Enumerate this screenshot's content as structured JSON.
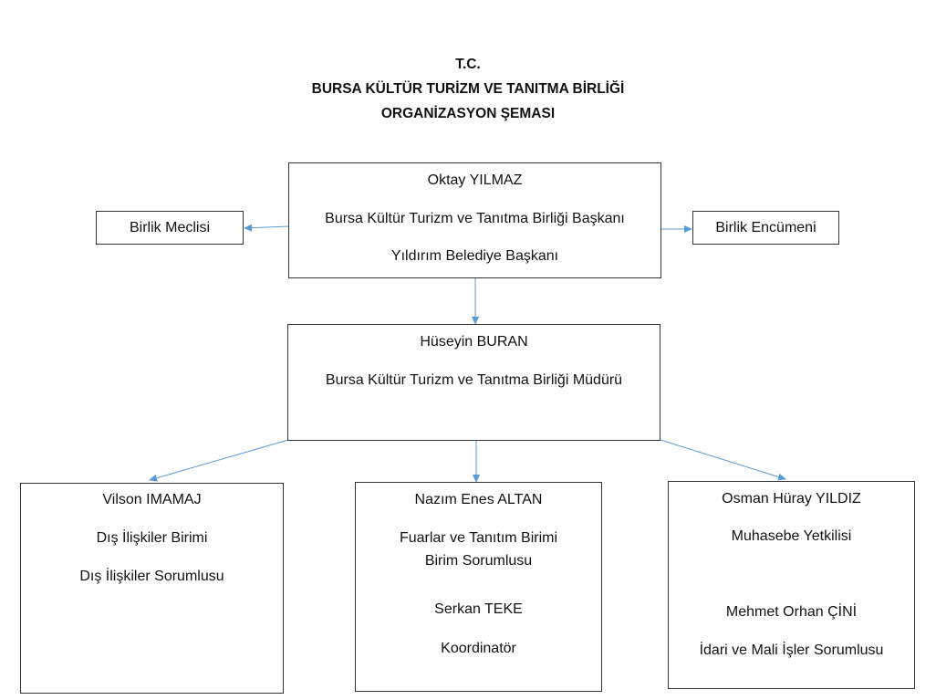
{
  "header": {
    "line1": "T.C.",
    "line2": "BURSA KÜLTÜR TURİZM VE TANITMA BİRLİĞİ",
    "line3": "ORGANİZASYON ŞEMASI"
  },
  "nodes": {
    "president": {
      "name": "Oktay YILMAZ",
      "role": "Bursa Kültür Turizm ve Tanıtma Birliği Başkanı",
      "role2": "Yıldırım Belediye Başkanı"
    },
    "assembly": {
      "label": "Birlik Meclisi"
    },
    "council": {
      "label": "Birlik Encümeni"
    },
    "director": {
      "name": "Hüseyin BURAN",
      "role": "Bursa Kültür Turizm ve Tanıtma Birliği Müdürü"
    },
    "foreign_relations": {
      "name": "Vilson IMAMAJ",
      "unit": "Dış İlişkiler Birimi",
      "role": "Dış İlişkiler Sorumlusu"
    },
    "fairs": {
      "name": "Nazım Enes ALTAN",
      "unit": "Fuarlar ve Tanıtım Birimi",
      "role": "Birim Sorumlusu",
      "name2": "Serkan TEKE",
      "role2": "Koordinatör"
    },
    "accounting": {
      "name": "Osman Hüray YILDIZ",
      "role": "Muhasebe Yetkilisi",
      "name2": "Mehmet Orhan ÇİNİ",
      "role2": "İdari ve Mali İşler Sorumlusu"
    }
  },
  "colors": {
    "connector": "#5b9bd5",
    "border": "#333333"
  }
}
